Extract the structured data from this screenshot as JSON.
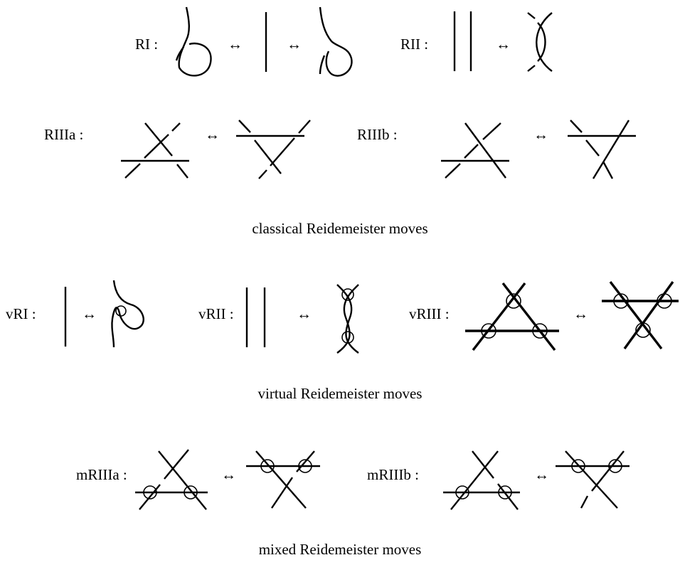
{
  "colors": {
    "stroke": "#000000",
    "background": "#ffffff"
  },
  "arrow_symbol": "↔",
  "classical": {
    "caption": "classical Reidemeister moves",
    "RI": "RI :",
    "RII": "RII :",
    "RIIIa": "RIIIa :",
    "RIIIb": "RIIIb :"
  },
  "virtual": {
    "caption": "virtual Reidemeister moves",
    "vRI": "vRI :",
    "vRII": "vRII :",
    "vRIII": "vRIII :"
  },
  "mixed": {
    "caption": "mixed Reidemeister moves",
    "mRIIIa": "mRIIIa :",
    "mRIIIb": "mRIIIb :"
  }
}
